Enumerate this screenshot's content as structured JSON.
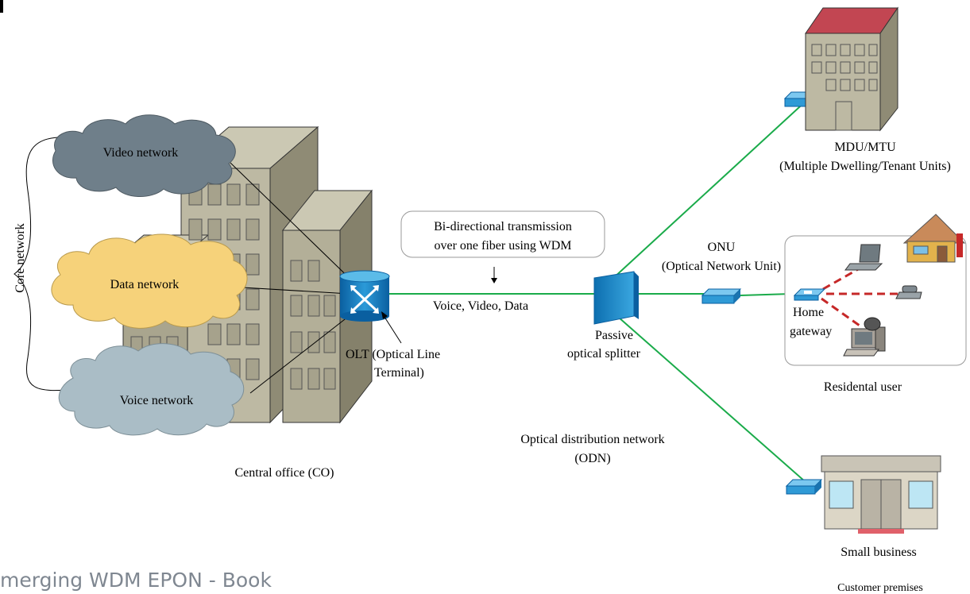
{
  "diagram": {
    "core_network_label": "Core network",
    "clouds": {
      "video": "Video network",
      "data": "Data network",
      "voice": "Voice network"
    },
    "central_office_label": "Central office (CO)",
    "olt_label": {
      "line1": "OLT (Optical Line",
      "line2": "Terminal)"
    },
    "transmission_box": {
      "line1": "Bi-directional transmission",
      "line2": "over one fiber using WDM"
    },
    "services_label": "Voice, Video, Data",
    "splitter_label": {
      "line1": "Passive",
      "line2": "optical splitter"
    },
    "odn_label": {
      "line1": "Optical distribution network",
      "line2": "(ODN)"
    },
    "onu_label": {
      "line1": "ONU",
      "line2": "(Optical Network Unit)"
    },
    "home_gateway_label": {
      "line1": "Home",
      "line2": "gateway"
    },
    "mdu_label": {
      "line1": "MDU/MTU",
      "line2": "(Multiple Dwelling/Tenant Units)"
    },
    "residential_label": "Residental user",
    "small_business_label": "Small business",
    "customer_premises_label": "Customer premises"
  },
  "footer": {
    "text": "merging WDM EPON - Book"
  },
  "colors": {
    "fiber": "#1aab4a",
    "onu": "#2f9ad6",
    "video_cloud": "#6f7f8a",
    "data_cloud": "#f6d27a",
    "voice_cloud": "#aabdc6",
    "building": "#b8b49e",
    "link_dashed": "#c62828"
  }
}
